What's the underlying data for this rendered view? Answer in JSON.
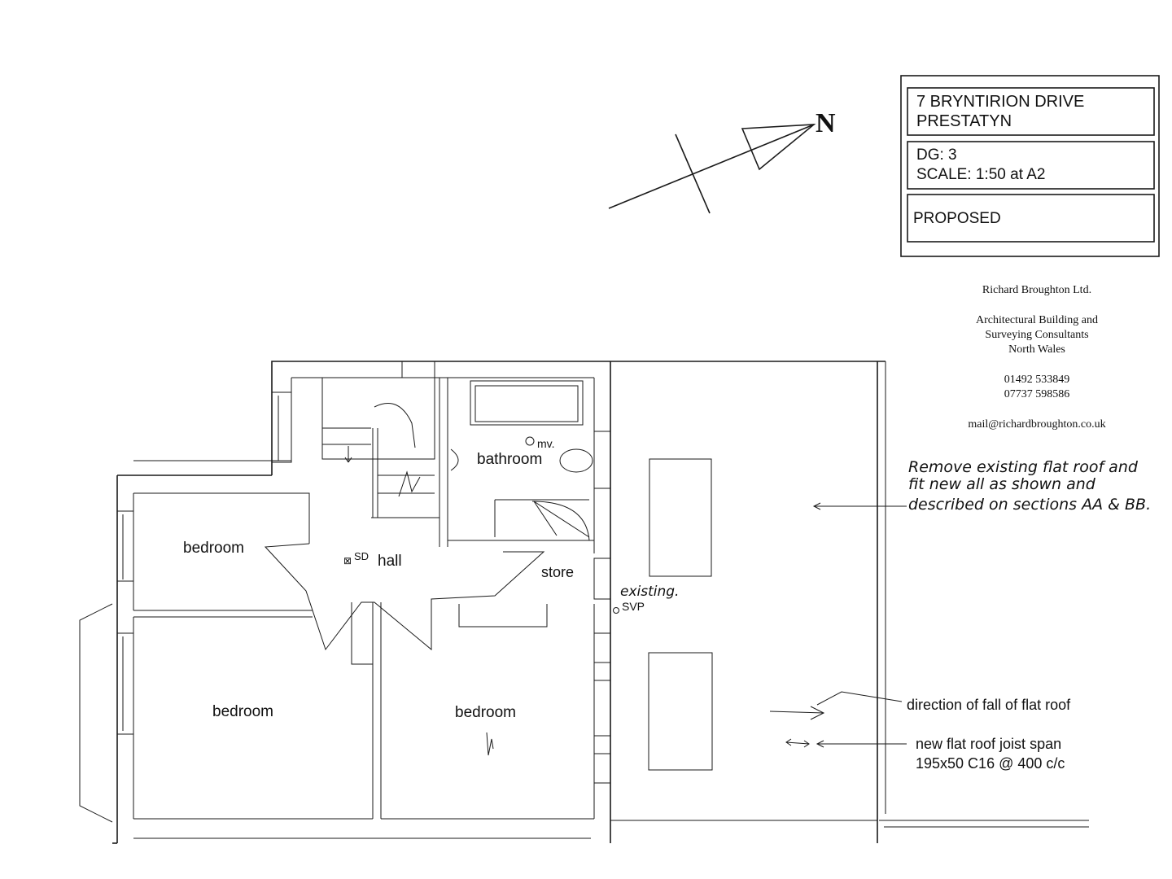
{
  "title_block": {
    "address_line1": "7 BRYNTIRION DRIVE",
    "address_line2": "PRESTATYN",
    "drawing_no": "DG: 3",
    "scale": "SCALE: 1:50 at A2",
    "status": "PROPOSED"
  },
  "north_arrow": {
    "label": "N"
  },
  "company": {
    "name": "Richard Broughton Ltd.",
    "desc_line1": "Architectural Building and",
    "desc_line2": "Surveying Consultants",
    "desc_line3": "North Wales",
    "phone1": "01492 533849",
    "phone2": "07737 598586",
    "email": "mail@richardbroughton.co.uk"
  },
  "rooms": {
    "bathroom": "bathroom",
    "mv": "mv.",
    "bedroom_left": "bedroom",
    "sd": "SD",
    "hall": "hall",
    "store": "store",
    "bedroom_bottom_left": "bedroom",
    "bedroom_bottom_mid": "bedroom"
  },
  "notes": {
    "roof_line1": "Remove existing flat roof and",
    "roof_line2": "fit new all as shown and",
    "roof_line3": "described on sections AA & BB.",
    "existing": "existing.",
    "svp": "SVP",
    "fall": "direction of fall of flat roof",
    "joist_line1": "new flat roof joist span",
    "joist_line2": "195x50 C16 @ 400 c/c"
  }
}
